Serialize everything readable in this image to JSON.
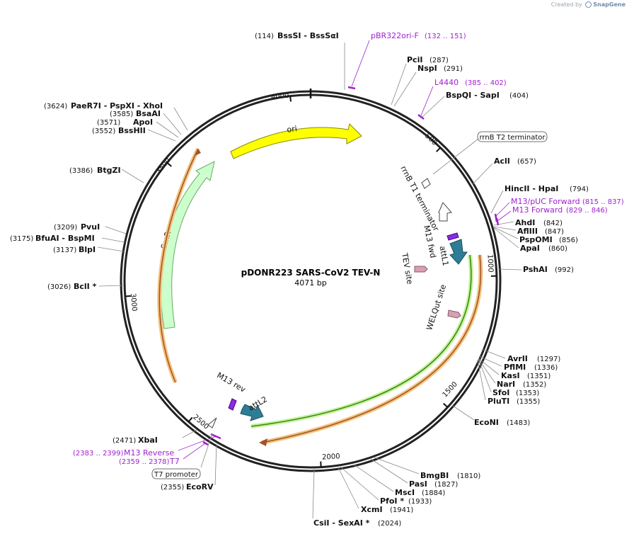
{
  "credit": {
    "prefix": "Created by",
    "brand": "SnapGene"
  },
  "plasmid": {
    "name": "pDONR223 SARS-CoV2 TEV-N",
    "length_label": "4071 bp"
  },
  "ticks": [
    "500",
    "1000",
    "1500",
    "2000",
    "2500",
    "3000",
    "3500",
    "4000"
  ],
  "features": {
    "ori": "ori",
    "smr": "SmR",
    "attl1": "attL1",
    "attl2": "attL2",
    "m13fwd": "M13 fwd",
    "m13rev": "M13 rev",
    "tev": "TEV site",
    "welq": "WELQut site",
    "rrnbt1": "rrnB T1 terminator",
    "rrnbt2": "rrnB T2 terminator",
    "t7prom": "T7 promoter"
  },
  "sites": [
    {
      "name": "BssSI  - BssSαI",
      "pos": "(114)"
    },
    {
      "name": "PciI",
      "pos": "(287)"
    },
    {
      "name": "NspI",
      "pos": "(291)"
    },
    {
      "name": "BspQI  - SapI",
      "pos": "(404)"
    },
    {
      "name": "AclI",
      "pos": "(657)"
    },
    {
      "name": "HincII  - HpaI",
      "pos": "(794)"
    },
    {
      "name": "AhdI",
      "pos": "(842)"
    },
    {
      "name": "AflIII",
      "pos": "(847)"
    },
    {
      "name": "PspOMI",
      "pos": "(856)"
    },
    {
      "name": "ApaI",
      "pos": "(860)"
    },
    {
      "name": "PshAI",
      "pos": "(992)"
    },
    {
      "name": "AvrII",
      "pos": "(1297)"
    },
    {
      "name": "PflMI",
      "pos": "(1336)"
    },
    {
      "name": "KasI",
      "pos": "(1351)"
    },
    {
      "name": "NarI",
      "pos": "(1352)"
    },
    {
      "name": "SfoI",
      "pos": "(1353)"
    },
    {
      "name": "PluTI",
      "pos": "(1355)"
    },
    {
      "name": "EcoNI",
      "pos": "(1483)"
    },
    {
      "name": "BmgBI",
      "pos": "(1810)"
    },
    {
      "name": "PasI",
      "pos": "(1827)"
    },
    {
      "name": "MscI",
      "pos": "(1884)"
    },
    {
      "name": "PfoI *",
      "pos": "(1933)"
    },
    {
      "name": "XcmI",
      "pos": "(1941)"
    },
    {
      "name": "CsiI  - SexAI *",
      "pos": "(2024)"
    },
    {
      "name": "EcoRV",
      "pos": "(2355)"
    },
    {
      "name": "XbaI",
      "pos": "(2471)"
    },
    {
      "name": "BclI *",
      "pos": "(3026)"
    },
    {
      "name": "BlpI",
      "pos": "(3137)"
    },
    {
      "name": "BfuAI  - BspMI",
      "pos": "(3175)"
    },
    {
      "name": "PvuI",
      "pos": "(3209)"
    },
    {
      "name": "BtgZI",
      "pos": "(3386)"
    },
    {
      "name": "BssHII",
      "pos": "(3552)"
    },
    {
      "name": "ApoI",
      "pos": "(3571)"
    },
    {
      "name": "BsaAI",
      "pos": "(3585)"
    },
    {
      "name": "PaeR7I  - PspXI  - XhoI",
      "pos": "(3624)"
    }
  ],
  "primers": [
    {
      "name": "pBR322ori-F",
      "range": "(132 .. 151)"
    },
    {
      "name": "L4440",
      "range": "(385 .. 402)"
    },
    {
      "name": "M13/pUC Forward",
      "range": "(815 .. 837)"
    },
    {
      "name": "M13 Forward",
      "range": "(829 .. 846)"
    },
    {
      "name": "M13 Reverse",
      "range": "(2383 .. 2399)"
    },
    {
      "name": "T7",
      "range": "(2359 .. 2378)"
    }
  ],
  "colors": {
    "ori": "#ffff00",
    "smr": "#ccffcc",
    "att": "#2e7d96",
    "primer": "#a020d0",
    "cds_outline_orange": "#f4b860",
    "cds_inner_green": "#2e8b00",
    "cds_inner_brown": "#a0522d",
    "tev": "#d8a0b0"
  }
}
